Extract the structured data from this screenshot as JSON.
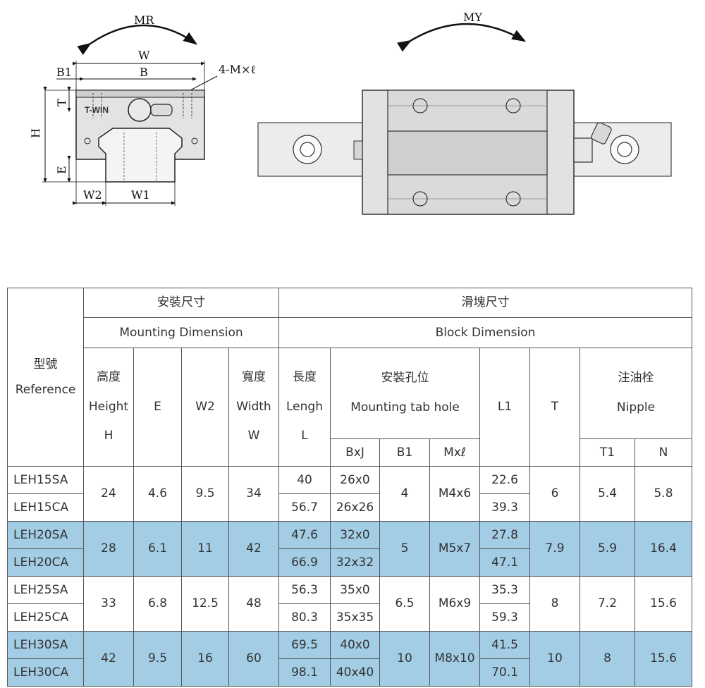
{
  "drawing": {
    "labels": {
      "mr": "MR",
      "my": "MY",
      "w": "W",
      "b": "B",
      "b1": "B1",
      "m": "4-M×ℓ",
      "t": "T",
      "h": "H",
      "e": "E",
      "w2": "W2",
      "w1": "W1",
      "brand": "T-WIN"
    }
  },
  "table": {
    "header": {
      "reference_zh": "型號",
      "reference_en": "Reference",
      "mounting_zh": "安裝尺寸",
      "mounting_en": "Mounting  Dimension",
      "block_zh": "滑塊尺寸",
      "block_en": "Block Dimension",
      "height_zh": "高度",
      "height_en": "Height",
      "height_sym": "H",
      "e": "E",
      "w2": "W2",
      "width_zh": "寬度",
      "width_en": "Width",
      "width_sym": "W",
      "length_zh": "長度",
      "length_en": "Lengh",
      "length_sym": "L",
      "tab_zh": "安裝孔位",
      "tab_en": "Mounting tab hole",
      "l1": "L1",
      "t": "T",
      "nipple_zh": "注油栓",
      "nipple_en": "Nipple",
      "bxj": "BxJ",
      "b1": "B1",
      "mxl": "Mxℓ",
      "t1": "T1",
      "n": "N"
    },
    "groups": [
      {
        "highlight": false,
        "H": "24",
        "E": "4.6",
        "W2": "9.5",
        "W": "34",
        "B1": "4",
        "M": "M4x6",
        "T": "6",
        "T1": "5.4",
        "N": "5.8",
        "rows": [
          {
            "ref": "LEH15SA",
            "L": "40",
            "BxJ": "26x0",
            "L1": "22.6"
          },
          {
            "ref": "LEH15CA",
            "L": "56.7",
            "BxJ": "26x26",
            "L1": "39.3"
          }
        ]
      },
      {
        "highlight": true,
        "H": "28",
        "E": "6.1",
        "W2": "11",
        "W": "42",
        "B1": "5",
        "M": "M5x7",
        "T": "7.9",
        "T1": "5.9",
        "N": "16.4",
        "rows": [
          {
            "ref": "LEH20SA",
            "L": "47.6",
            "BxJ": "32x0",
            "L1": "27.8"
          },
          {
            "ref": "LEH20CA",
            "L": "66.9",
            "BxJ": "32x32",
            "L1": "47.1"
          }
        ]
      },
      {
        "highlight": false,
        "H": "33",
        "E": "6.8",
        "W2": "12.5",
        "W": "48",
        "B1": "6.5",
        "M": "M6x9",
        "T": "8",
        "T1": "7.2",
        "N": "15.6",
        "rows": [
          {
            "ref": "LEH25SA",
            "L": "56.3",
            "BxJ": "35x0",
            "L1": "35.3"
          },
          {
            "ref": "LEH25CA",
            "L": "80.3",
            "BxJ": "35x35",
            "L1": "59.3"
          }
        ]
      },
      {
        "highlight": true,
        "H": "42",
        "E": "9.5",
        "W2": "16",
        "W": "60",
        "B1": "10",
        "M": "M8x10",
        "T": "10",
        "T1": "8",
        "N": "15.6",
        "rows": [
          {
            "ref": "LEH30SA",
            "L": "69.5",
            "BxJ": "40x0",
            "L1": "41.5"
          },
          {
            "ref": "LEH30CA",
            "L": "98.1",
            "BxJ": "40x40",
            "L1": "70.1"
          }
        ]
      }
    ]
  }
}
